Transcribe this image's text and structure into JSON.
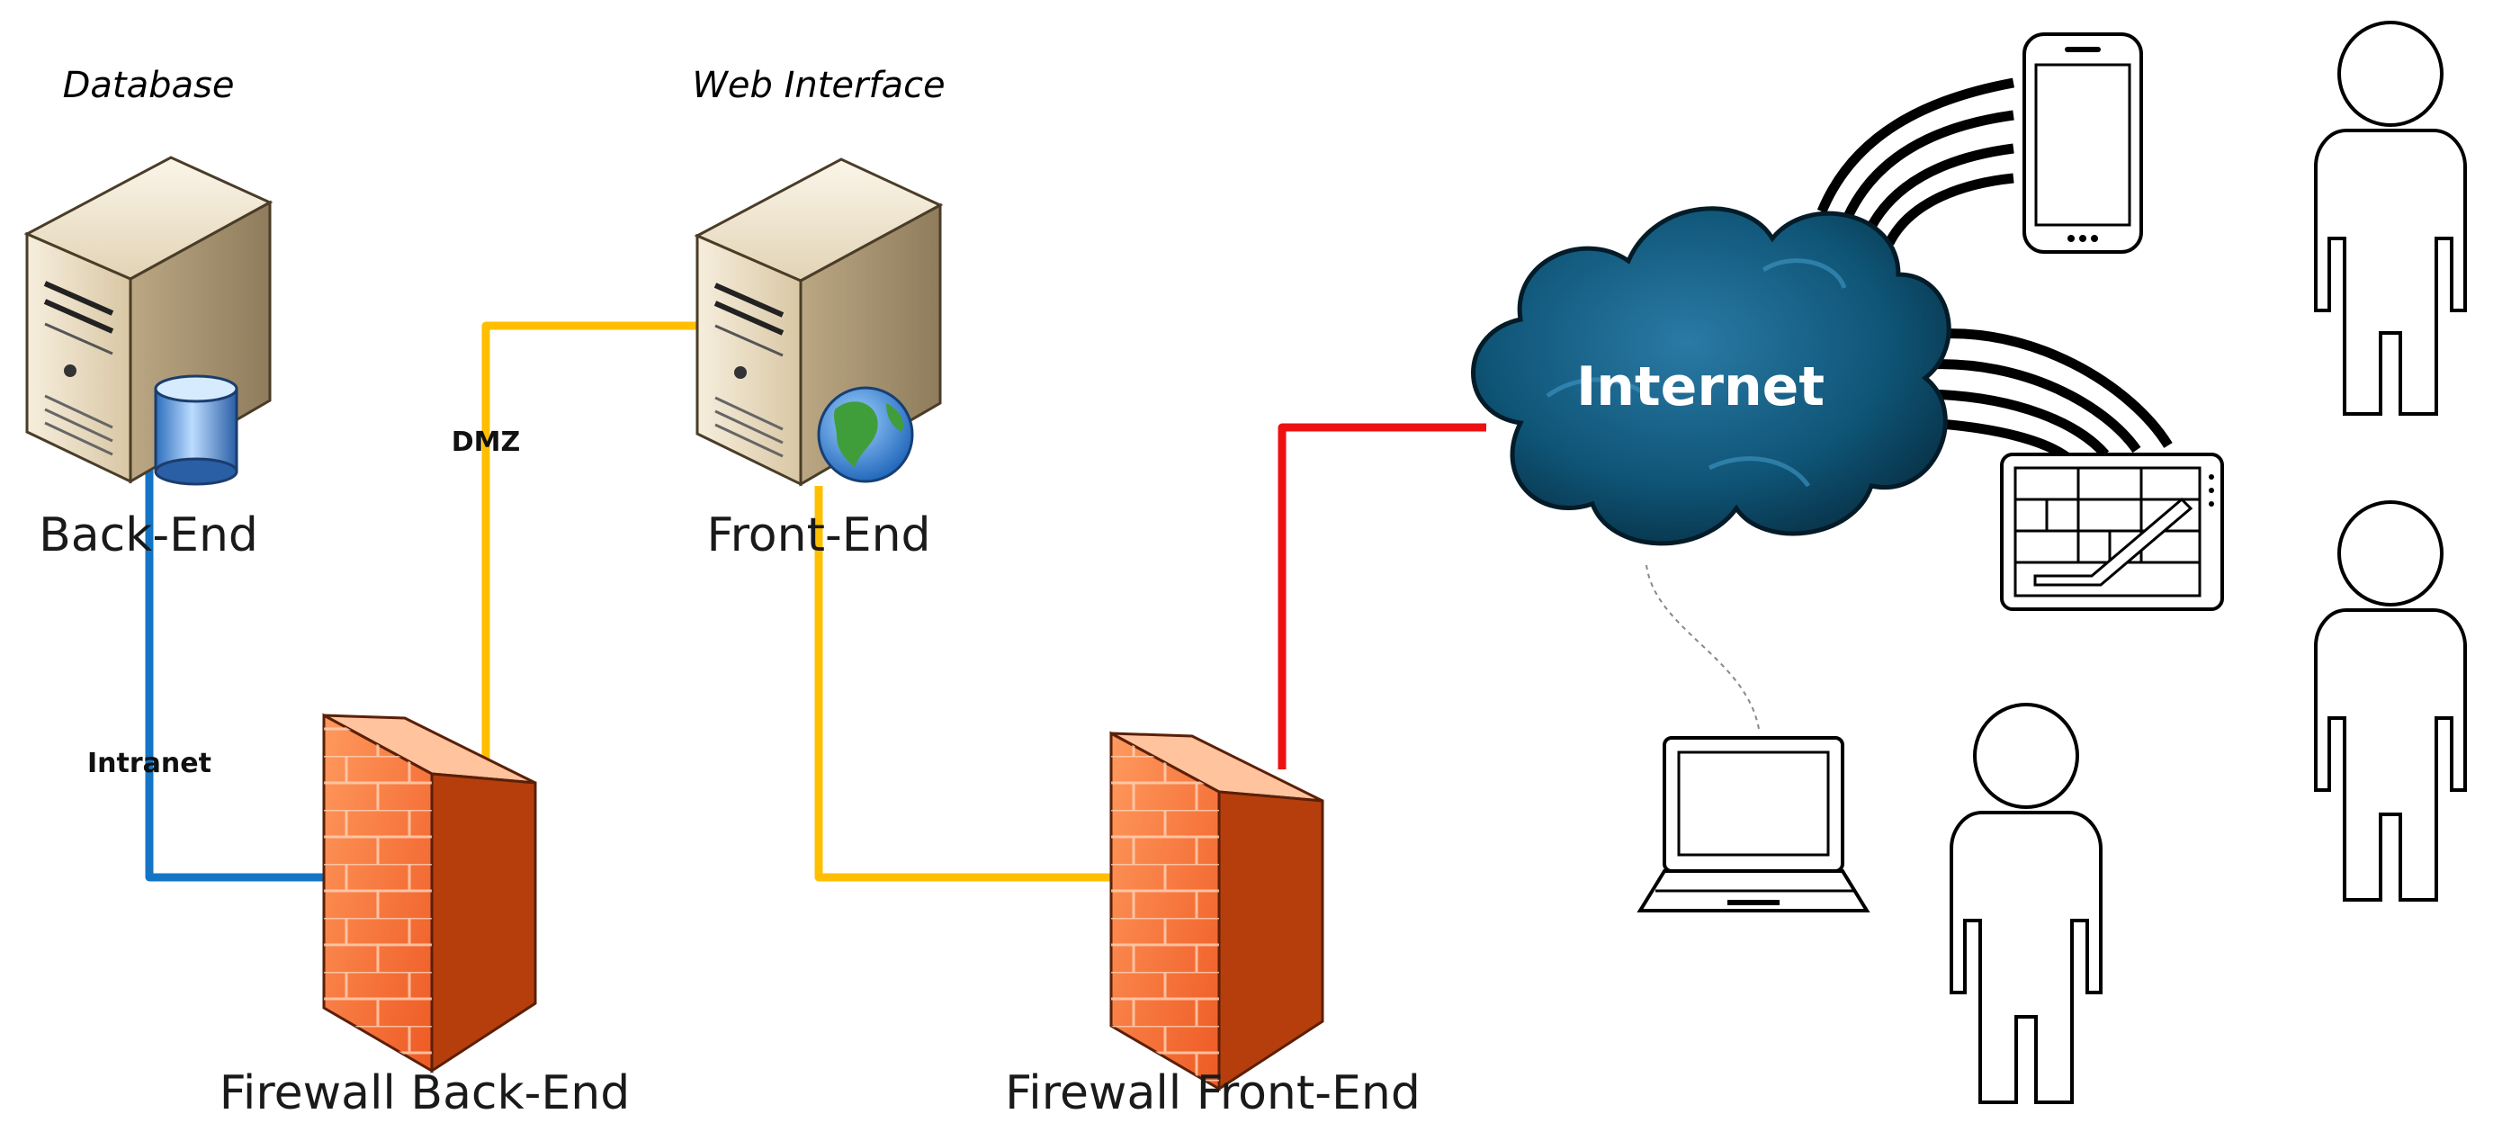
{
  "labels": {
    "database": "Database",
    "web_interface": "Web Interface",
    "back_end": "Back-End",
    "front_end": "Front-End",
    "dmz": "DMZ",
    "intranet": "Intranet",
    "internet": "Internet",
    "firewall_back_end": "Firewall Back-End",
    "firewall_front_end": "Firewall Front-End"
  },
  "colors": {
    "intranet_link": "#1475c5",
    "dmz_link": "#ffbf00",
    "internet_link": "#ee1111",
    "firewall": "#f4753a",
    "cloud": "#0d4d6b",
    "server": "#e9dcc4"
  },
  "icons": [
    "database-server-icon",
    "web-server-icon",
    "database-cylinder-icon",
    "globe-icon",
    "firewall-icon",
    "internet-cloud-icon",
    "smartphone-icon",
    "tablet-icon",
    "laptop-icon",
    "person-icon"
  ]
}
